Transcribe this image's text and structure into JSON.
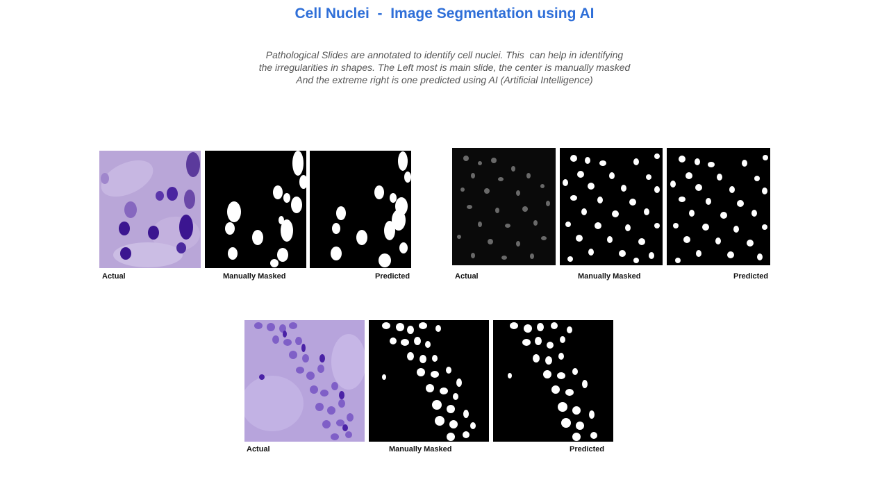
{
  "title": "Cell Nuclei  -  Image Segmentation using AI",
  "description": [
    "Pathological Slides are annotated to identify cell nuclei. This  can help in identifying",
    "the irregularities in shapes. The Left most is main slide, the center is manually masked",
    "And the extreme right is one predicted using AI (Artificial Intelligence)"
  ],
  "groups": [
    {
      "labels": {
        "actual": "Actual",
        "masked": "Manually Masked",
        "predicted": "Predicted"
      }
    },
    {
      "labels": {
        "actual": "Actual",
        "masked": "Manually Masked",
        "predicted": "Predicted"
      }
    },
    {
      "labels": {
        "actual": "Actual",
        "masked": "Manually Masked",
        "predicted": "Predicted"
      }
    }
  ]
}
